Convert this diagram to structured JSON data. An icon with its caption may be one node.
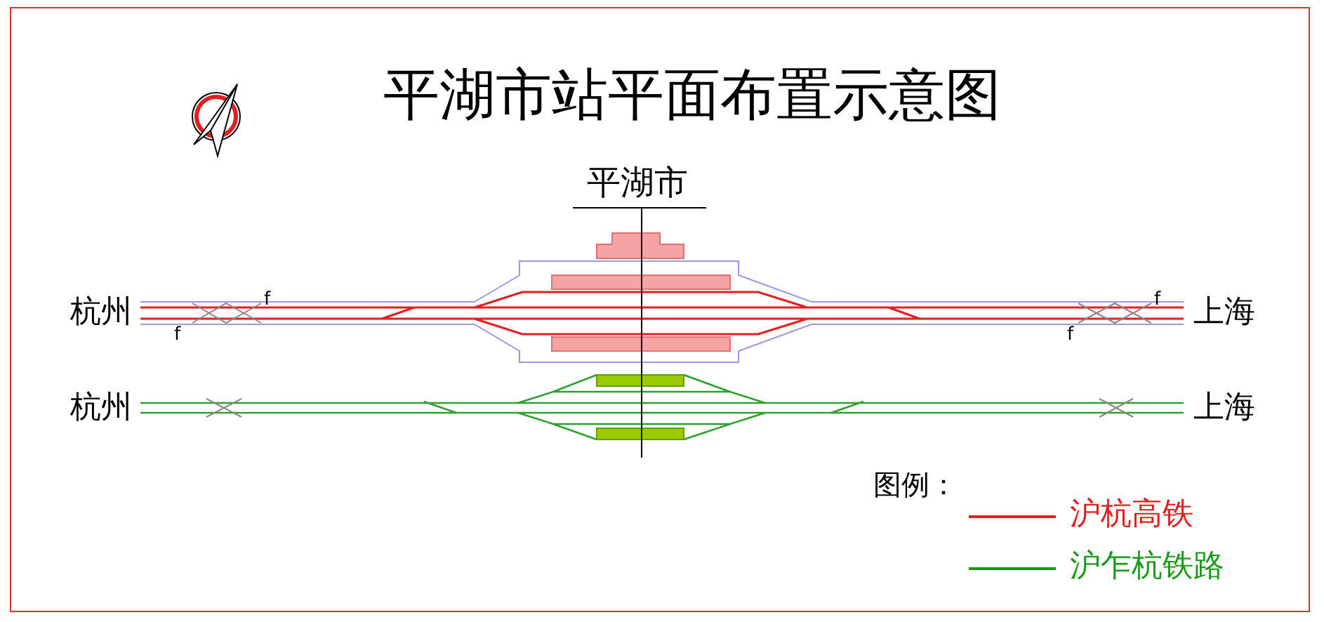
{
  "diagram": {
    "title": "平湖市站平面布置示意图",
    "labels": [
      "平湖市",
      "杭州",
      "f",
      "f",
      "f",
      "f",
      "上海",
      "杭州",
      "上海",
      "图例："
    ],
    "legend": [
      {
        "text": "沪杭高铁"
      },
      {
        "text": "沪乍杭铁路"
      }
    ]
  }
}
